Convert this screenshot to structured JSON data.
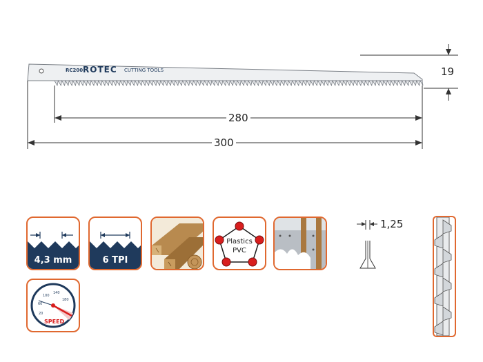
{
  "blade": {
    "model": "RC200",
    "brand": "ROTEC",
    "subtitle": "CUTTING TOOLS"
  },
  "dimensions": {
    "height": "19",
    "tooth_length": "280",
    "total_length": "300",
    "thickness": "1,25"
  },
  "icons": {
    "tooth_pitch": "4,3 mm",
    "tpi": "6 TPI",
    "wood": "wood-icon",
    "plastics_line1": "Plastics",
    "plastics_line2": "PVC",
    "panel": "panel-icon",
    "speed_label": "SPEED",
    "speed_ticks": [
      "20",
      "60",
      "100",
      "140",
      "180"
    ]
  },
  "colors": {
    "accent_orange": "#e0682f",
    "navy": "#1f3a5c",
    "blade_silver": "#eef0f2",
    "red_node": "#d81e1e"
  }
}
